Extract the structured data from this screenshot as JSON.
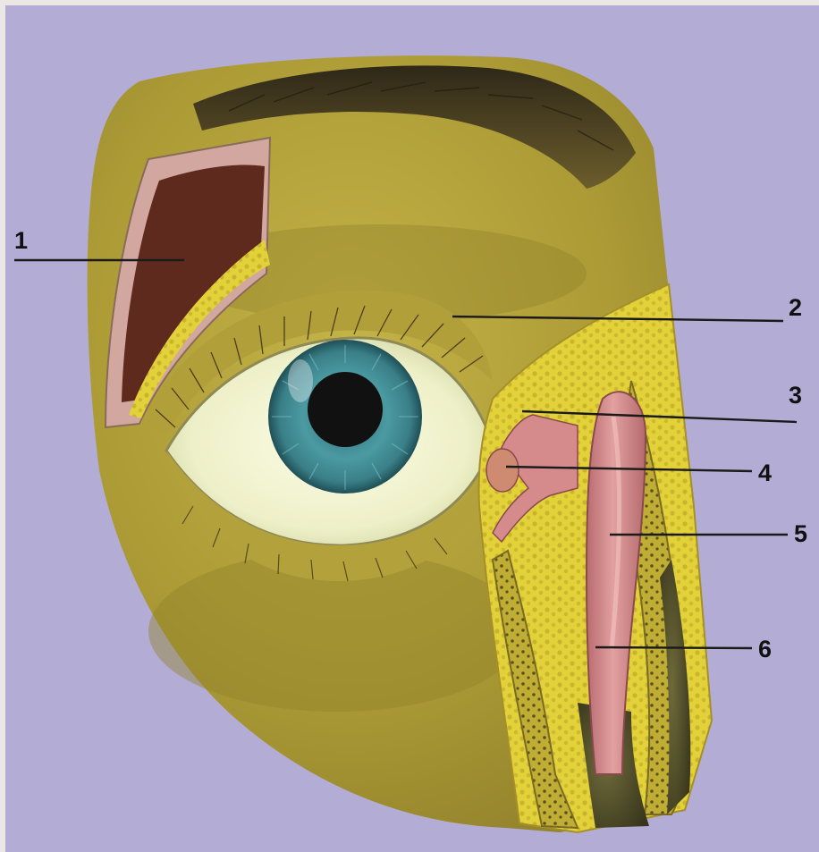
{
  "figure": {
    "subject": "eye-lacrimal-apparatus",
    "colors": {
      "background": "#b3add6",
      "frame": "#ebe7e4",
      "skin": "#b4a438",
      "brow": "#3d3420",
      "gland": "#5e2a1e",
      "fat": "#e3d13a",
      "duct": "#d58a8c",
      "iris": "#3f8a94",
      "pupil": "#111111",
      "sclera": "#f2f3d2"
    }
  },
  "callouts": [
    {
      "id": "1",
      "label": "1"
    },
    {
      "id": "2",
      "label": "2"
    },
    {
      "id": "3",
      "label": "3"
    },
    {
      "id": "4",
      "label": "4"
    },
    {
      "id": "5",
      "label": "5"
    },
    {
      "id": "6",
      "label": "6"
    }
  ]
}
